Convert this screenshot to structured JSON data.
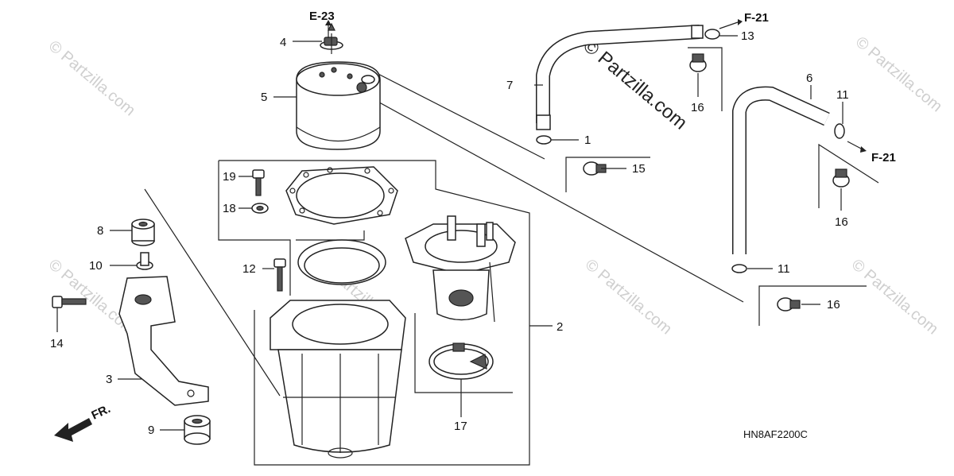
{
  "refs": {
    "e23": "E-23",
    "f21_top": "F-21",
    "f21_right": "F-21"
  },
  "diagram_code": "HN8AF2200C",
  "front_label": "FR.",
  "watermark": "© Partzilla.com",
  "callouts": {
    "c1": "1",
    "c2": "2",
    "c3": "3",
    "c4": "4",
    "c5": "5",
    "c6": "6",
    "c7": "7",
    "c8": "8",
    "c9": "9",
    "c10": "10",
    "c11a": "11",
    "c11b": "11",
    "c12": "12",
    "c13": "13",
    "c14": "14",
    "c15": "15",
    "c16a": "16",
    "c16b": "16",
    "c16c": "16",
    "c17": "17",
    "c18": "18",
    "c19": "19"
  }
}
